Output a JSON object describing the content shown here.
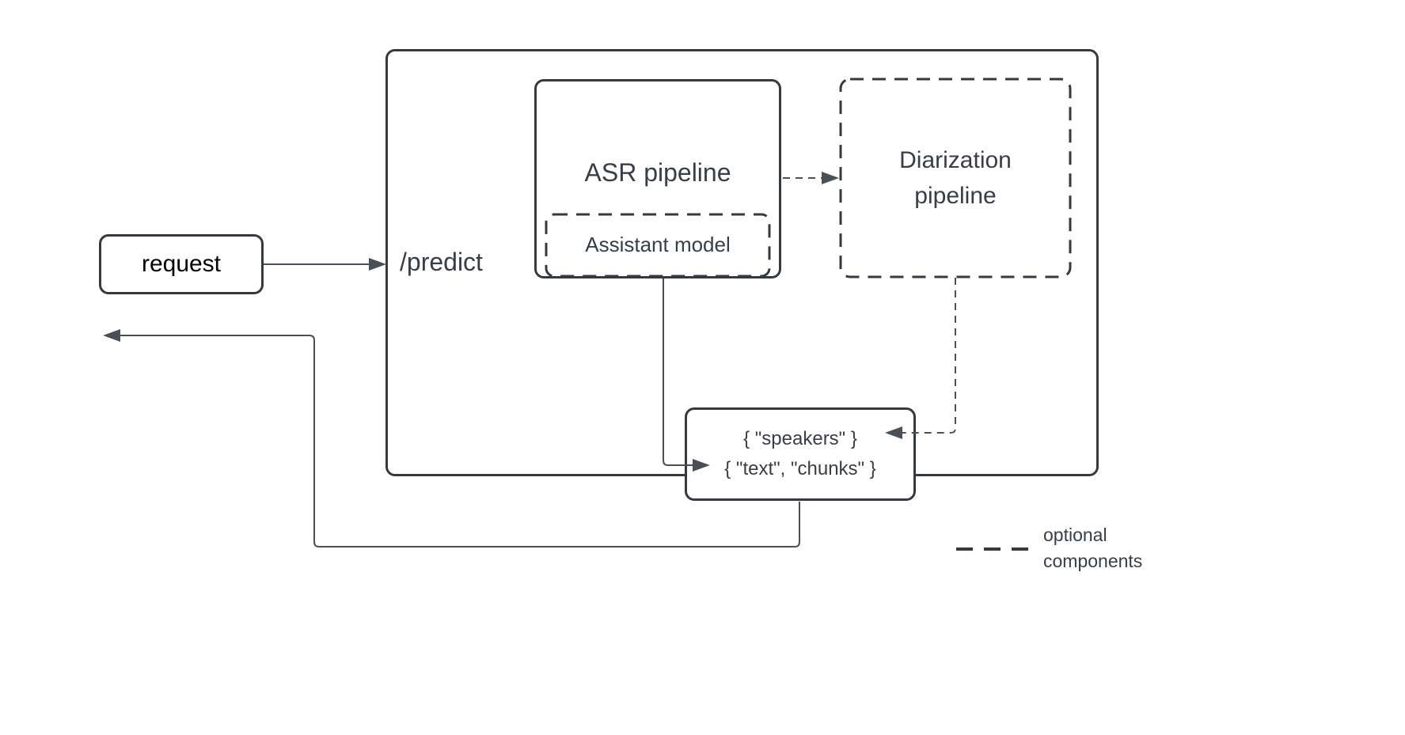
{
  "colors": {
    "stroke": "#343a40",
    "connector": "#4a5057",
    "text": "#383e45",
    "background": "#ffffff"
  },
  "nodes": {
    "request": "request",
    "predict": "/predict",
    "asr": "ASR pipeline",
    "assistant": "Assistant model",
    "diarization": "Diarization pipeline",
    "result_line1": "{ \"speakers\" }",
    "result_line2": "{ \"text\", \"chunks\" }"
  },
  "legend": {
    "label": "optional components"
  }
}
